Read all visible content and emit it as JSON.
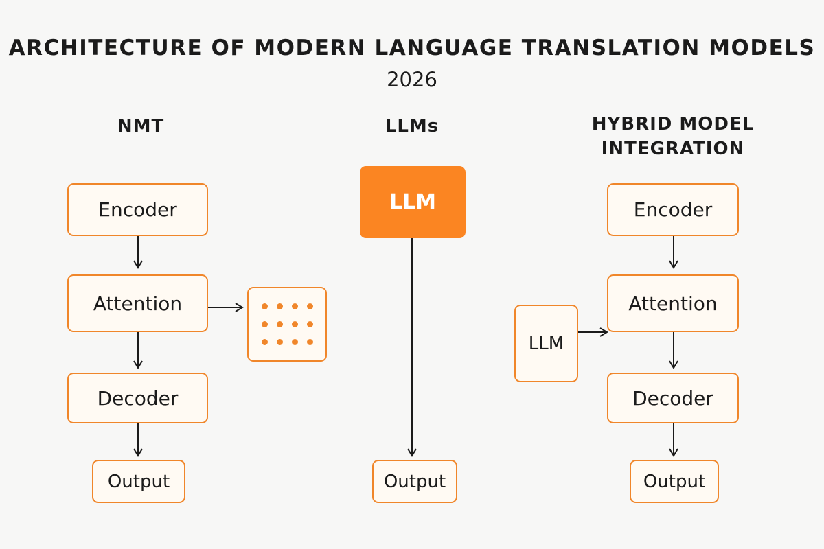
{
  "title": "ARCHITECTURE OF MODERN LANGUAGE TRANSLATION MODELS",
  "subtitle": "2026",
  "columns": {
    "nmt": {
      "heading": "NMT",
      "encoder": "Encoder",
      "attention": "Attention",
      "decoder": "Decoder",
      "output": "Output"
    },
    "llms": {
      "heading": "LLMs",
      "llm": "LLM",
      "output": "Output"
    },
    "hybrid": {
      "heading_line1": "HYBRID MODEL",
      "heading_line2": "INTEGRATION",
      "llm": "LLM",
      "encoder": "Encoder",
      "attention": "Attention",
      "decoder": "Decoder",
      "output": "Output"
    }
  },
  "colors": {
    "accent": "#f0862a",
    "accent_fill": "#fb8522",
    "box_fill": "#fffaf3",
    "background": "#f7f7f6"
  },
  "icons": {
    "attention_matrix": "dot-grid-icon"
  }
}
